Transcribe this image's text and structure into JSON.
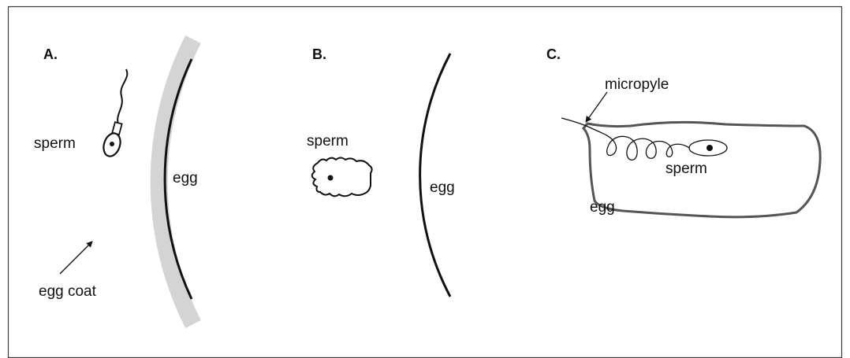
{
  "colors": {
    "frame": "#3a3a3a",
    "line": "#111111",
    "egg_coat": "#d4d4d4",
    "outline_c": "#555555"
  },
  "panels": [
    {
      "letter": "A.",
      "labels": {
        "sperm": "sperm",
        "egg": "egg",
        "egg_coat": "egg coat"
      }
    },
    {
      "letter": "B.",
      "labels": {
        "sperm": "sperm",
        "egg": "egg"
      }
    },
    {
      "letter": "C.",
      "labels": {
        "micropyle": "micropyle",
        "sperm": "sperm",
        "egg": "egg"
      }
    }
  ]
}
